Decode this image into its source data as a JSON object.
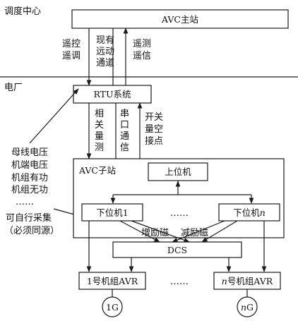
{
  "zones": {
    "dispatch_center": "调度中心",
    "power_plant": "电厂"
  },
  "boxes": {
    "avc_master": "AVC主站",
    "rtu": "RTU系统",
    "avc_substation": "AVC子站",
    "host": "上位机",
    "lower1": "下位机1",
    "lower_n_prefix": "下位机",
    "lower_n_suffix": "n",
    "dcs": "DCS",
    "avr1": "1号机组AVR",
    "avr_n_prefix": "n",
    "avr_n_suffix": "号机组AVR",
    "gen1": "1G",
    "gen_n_prefix": "n",
    "gen_n_suffix": "G"
  },
  "ellipsis": "……",
  "channels": {
    "remote_control": [
      "遥控",
      "遥调"
    ],
    "comm_channel": [
      "现有",
      "远动",
      "通道"
    ],
    "telemetry": [
      "遥测",
      "遥信"
    ],
    "related_measure": [
      "相",
      "关",
      "量",
      "测"
    ],
    "serial_comm": [
      "串",
      "口",
      "通",
      "信"
    ],
    "switch_contact": [
      "开关",
      "量空",
      "接点"
    ]
  },
  "left_notes": [
    "母线电压",
    "机端电压",
    "机组有功",
    "机组无功",
    "……",
    "可自行采集",
    "（必须同源）"
  ],
  "excitation": {
    "increase": "增励磁",
    "decrease": "减励磁"
  },
  "colors": {
    "line": "#1a1a1a",
    "background": "#ffffff"
  }
}
